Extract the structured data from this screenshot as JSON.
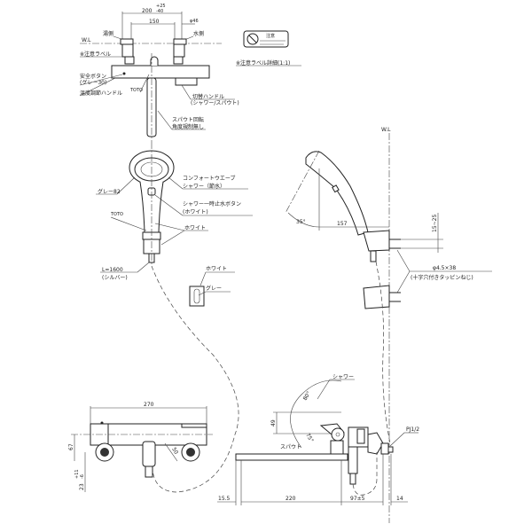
{
  "top_view": {
    "dim_200": "200",
    "dim_200_tol_plus": "+25",
    "dim_200_tol_minus": "-40",
    "dim_150": "150",
    "dim_phi46": "φ46",
    "hot_side": "湯側",
    "cold_side": "水側",
    "wl": "W.L",
    "caution_label": "※注意ラベル",
    "safety_button": "安全ボタン",
    "safety_button_color": "(グレー30)",
    "temp_handle": "温度調節ハンドル",
    "toto": "TOTO",
    "switch_handle": "切替ハンドル",
    "switch_handle_sub": "(シャワー/スパウト)",
    "spout_rotation": "スパウト回転",
    "spout_rotation_sub": "角度規制無し"
  },
  "label_detail": {
    "title": "※注意ラベル詳細(1:1)",
    "label_heading": "注意"
  },
  "shower_head": {
    "gray": "グレー82",
    "comfort_wave": "コンフォートウエーブ",
    "comfort_wave_sub": "シャワー（節水）",
    "stop_button": "シャワー一時止水ボタン",
    "stop_button_sub": "(ホワイト)",
    "toto": "TOTO",
    "white": "ホワイト",
    "hose": "L=1600",
    "hose_sub": "(シルバー)",
    "holder_white": "ホワイト",
    "holder_gray": "グレー"
  },
  "side_view": {
    "wl": "W.L",
    "angle_35": "35°",
    "dim_157": "157",
    "dim_15_25": "15~25",
    "screw": "φ4.5×38",
    "screw_sub": "(十字穴付きタッピンねじ)"
  },
  "front_view": {
    "dim_270": "270",
    "dim_67": "67",
    "dim_50": "50",
    "dim_23": "23",
    "dim_23_tol_plus": "+11",
    "dim_23_tol_minus": "-6"
  },
  "faucet_side": {
    "shower": "シャワー",
    "angle_80": "80°",
    "dim_49": "49",
    "angle_75": "75°",
    "spout": "スパウト",
    "pj": "PJ1/2",
    "dim_15_5": "15.5",
    "dim_220": "220",
    "dim_97": "97±5",
    "dim_14": "14"
  }
}
